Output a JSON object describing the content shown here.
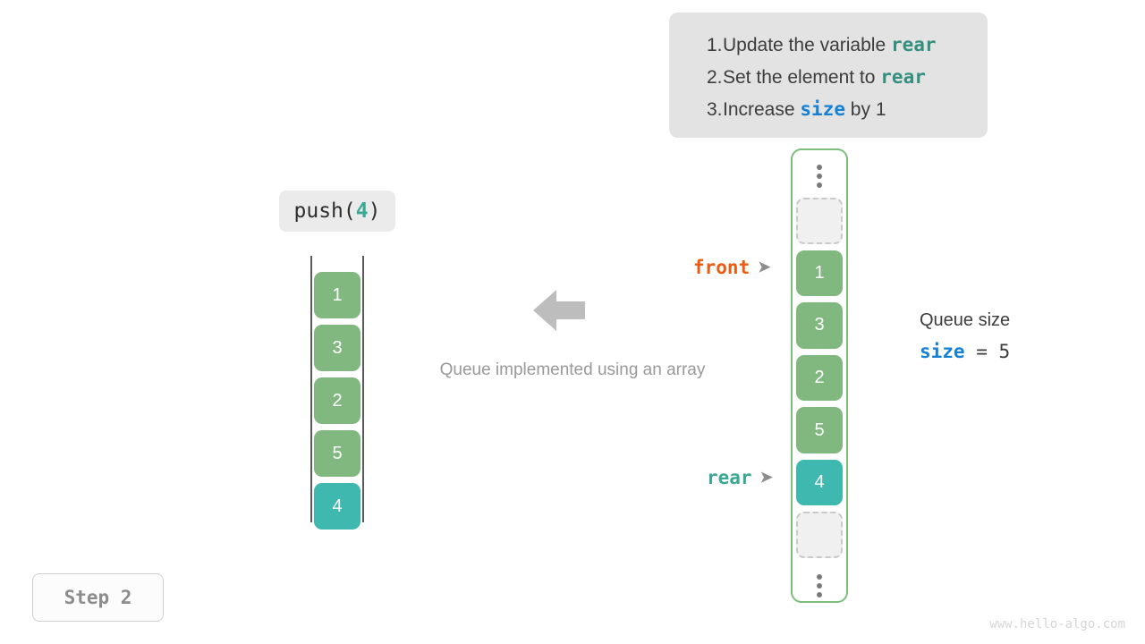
{
  "instructions": {
    "items": [
      {
        "num": "1.",
        "pre": "Update the variable ",
        "code": "rear",
        "code_style": "rear",
        "post": ""
      },
      {
        "num": "2.",
        "pre": "Set the element to ",
        "code": "rear",
        "code_style": "rear",
        "post": ""
      },
      {
        "num": "3.",
        "pre": "Increase ",
        "code": "size",
        "code_style": "size",
        "post": " by 1"
      }
    ]
  },
  "operation": {
    "name": "push(",
    "arg": "4",
    "close": ")"
  },
  "left_array": {
    "cells": [
      {
        "value": "1",
        "style": "green"
      },
      {
        "value": "3",
        "style": "green"
      },
      {
        "value": "2",
        "style": "green"
      },
      {
        "value": "5",
        "style": "green"
      },
      {
        "value": "4",
        "style": "teal"
      }
    ]
  },
  "center": {
    "arrow_icon": "arrow-left-icon",
    "caption": "Queue implemented using an array"
  },
  "right_array": {
    "top_dots_icon": "vertical-ellipsis-icon",
    "bottom_dots_icon": "vertical-ellipsis-icon",
    "cells": [
      {
        "value": "",
        "style": "empty"
      },
      {
        "value": "1",
        "style": "green"
      },
      {
        "value": "3",
        "style": "green"
      },
      {
        "value": "2",
        "style": "green"
      },
      {
        "value": "5",
        "style": "green"
      },
      {
        "value": "4",
        "style": "teal"
      },
      {
        "value": "",
        "style": "empty"
      }
    ]
  },
  "pointers": {
    "front": {
      "label": "front",
      "marker": "➤",
      "color": "#ec5b12"
    },
    "rear": {
      "label": "rear",
      "marker": "➤",
      "color": "#3aa893"
    }
  },
  "queue_size": {
    "title": "Queue size",
    "var": "size",
    "operator": " = ",
    "value": "5"
  },
  "step": {
    "label": "Step 2"
  },
  "watermark": {
    "text": "www.hello-algo.com"
  },
  "colors": {
    "green": "#81b880",
    "teal": "#3fb8b0",
    "front": "#ec5b12",
    "rear": "#3aa893",
    "size_blue": "#1781d3",
    "panel_bg": "#e3e3e3",
    "container_border": "#7cbf7c"
  }
}
